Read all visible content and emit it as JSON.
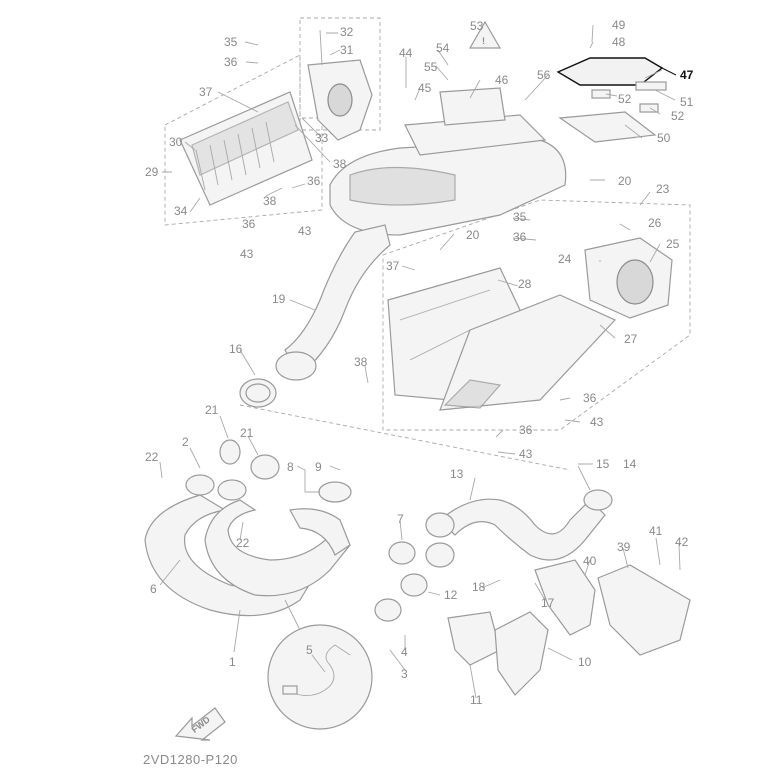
{
  "diagram": {
    "catalog_code": "2VD1280-P120",
    "direction_label": "FWD",
    "highlighted_callout": "47",
    "callouts": {
      "c1": "1",
      "c2": "2",
      "c3": "3",
      "c4": "4",
      "c5": "5",
      "c6": "6",
      "c7": "7",
      "c8": "8",
      "c9": "9",
      "c10": "10",
      "c11": "11",
      "c12": "12",
      "c13": "13",
      "c14": "14",
      "c15": "15",
      "c16": "16",
      "c17": "17",
      "c18": "18",
      "c19": "19",
      "c20a": "20",
      "c20b": "20",
      "c21a": "21",
      "c21b": "21",
      "c22a": "22",
      "c22b": "22",
      "c23": "23",
      "c24": "24",
      "c25": "25",
      "c26": "26",
      "c27": "27",
      "c28": "28",
      "c29": "29",
      "c30": "30",
      "c31": "31",
      "c32": "32",
      "c33": "33",
      "c34": "34",
      "c35a": "35",
      "c35b": "35",
      "c36a": "36",
      "c36b": "36",
      "c36c": "36",
      "c36d": "36",
      "c36e": "36",
      "c36f": "36",
      "c37a": "37",
      "c37b": "37",
      "c38a": "38",
      "c38b": "38",
      "c38c": "38",
      "c39": "39",
      "c40": "40",
      "c41": "41",
      "c42": "42",
      "c43a": "43",
      "c43b": "43",
      "c43c": "43",
      "c43d": "43",
      "c44": "44",
      "c45": "45",
      "c46": "46",
      "c47": "47",
      "c48": "48",
      "c49": "49",
      "c50": "50",
      "c51": "51",
      "c52a": "52",
      "c52b": "52",
      "c53": "53",
      "c54": "54",
      "c55": "55",
      "c56": "56"
    }
  }
}
